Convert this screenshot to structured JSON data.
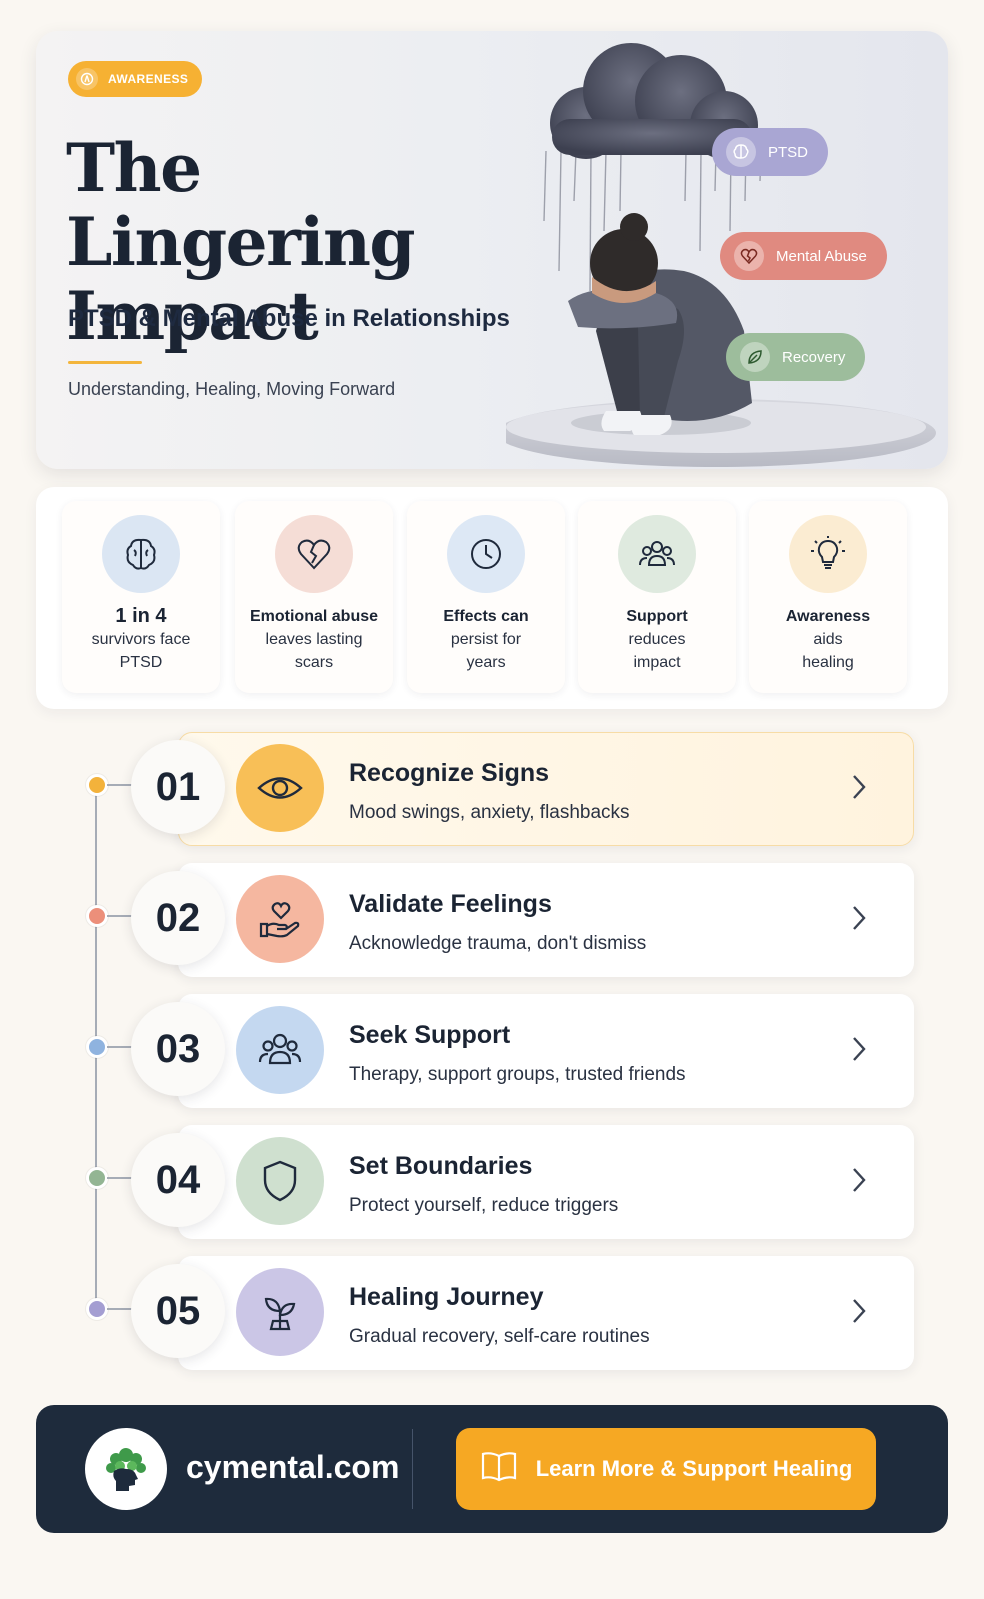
{
  "hero": {
    "badge": "AWARENESS",
    "title": "The Lingering Impact",
    "subtitle": "PTSD & Mental Abuse in Relationships",
    "tagline": "Understanding, Healing, Moving Forward",
    "pills": [
      {
        "label": "PTSD",
        "icon": "brain-icon",
        "color": "#a9a6d3"
      },
      {
        "label": "Mental Abuse",
        "icon": "heart-icon",
        "color": "#e08a80"
      },
      {
        "label": "Recovery",
        "icon": "leaf-icon",
        "color": "#9dbd9c"
      }
    ]
  },
  "stats": [
    {
      "icon": "brain-icon",
      "color": "#dbe6f3",
      "line1": "1 in 4",
      "line2": "survivors face",
      "line3": "PTSD"
    },
    {
      "icon": "broken-heart-icon",
      "color": "#f5ddd6",
      "line1": "Emotional abuse",
      "line2": "leaves lasting",
      "line3": "scars"
    },
    {
      "icon": "clock-icon",
      "color": "#dde8f5",
      "line1": "Effects can",
      "line2": "persist for",
      "line3": "years"
    },
    {
      "icon": "people-icon",
      "color": "#dfeadf",
      "line1": "Support",
      "line2": "reduces",
      "line3": "impact"
    },
    {
      "icon": "lightbulb-icon",
      "color": "#fbecd2",
      "line1": "Awareness",
      "line2": "aids",
      "line3": "healing"
    }
  ],
  "steps": [
    {
      "num": "01",
      "title": "Recognize Signs",
      "desc": "Mood swings, anxiety, flashbacks",
      "icon": "eye-icon",
      "color": "#f8bf57",
      "dot": "#f3b23b"
    },
    {
      "num": "02",
      "title": "Validate Feelings",
      "desc": "Acknowledge trauma, don't dismiss",
      "icon": "heart-hand-icon",
      "color": "#f5b7a0",
      "dot": "#ec8f7a"
    },
    {
      "num": "03",
      "title": "Seek Support",
      "desc": "Therapy, support groups, trusted friends",
      "icon": "group-icon",
      "color": "#c4d8f0",
      "dot": "#8fb3df"
    },
    {
      "num": "04",
      "title": "Set Boundaries",
      "desc": "Protect yourself, reduce triggers",
      "icon": "shield-icon",
      "color": "#cfe0cf",
      "dot": "#93b593"
    },
    {
      "num": "05",
      "title": "Healing Journey",
      "desc": "Gradual recovery, self-care routines",
      "icon": "sprout-icon",
      "color": "#cbc6e6",
      "dot": "#a49ed2"
    }
  ],
  "footer": {
    "site": "cymental.com",
    "cta": "Learn More & Support Healing"
  }
}
